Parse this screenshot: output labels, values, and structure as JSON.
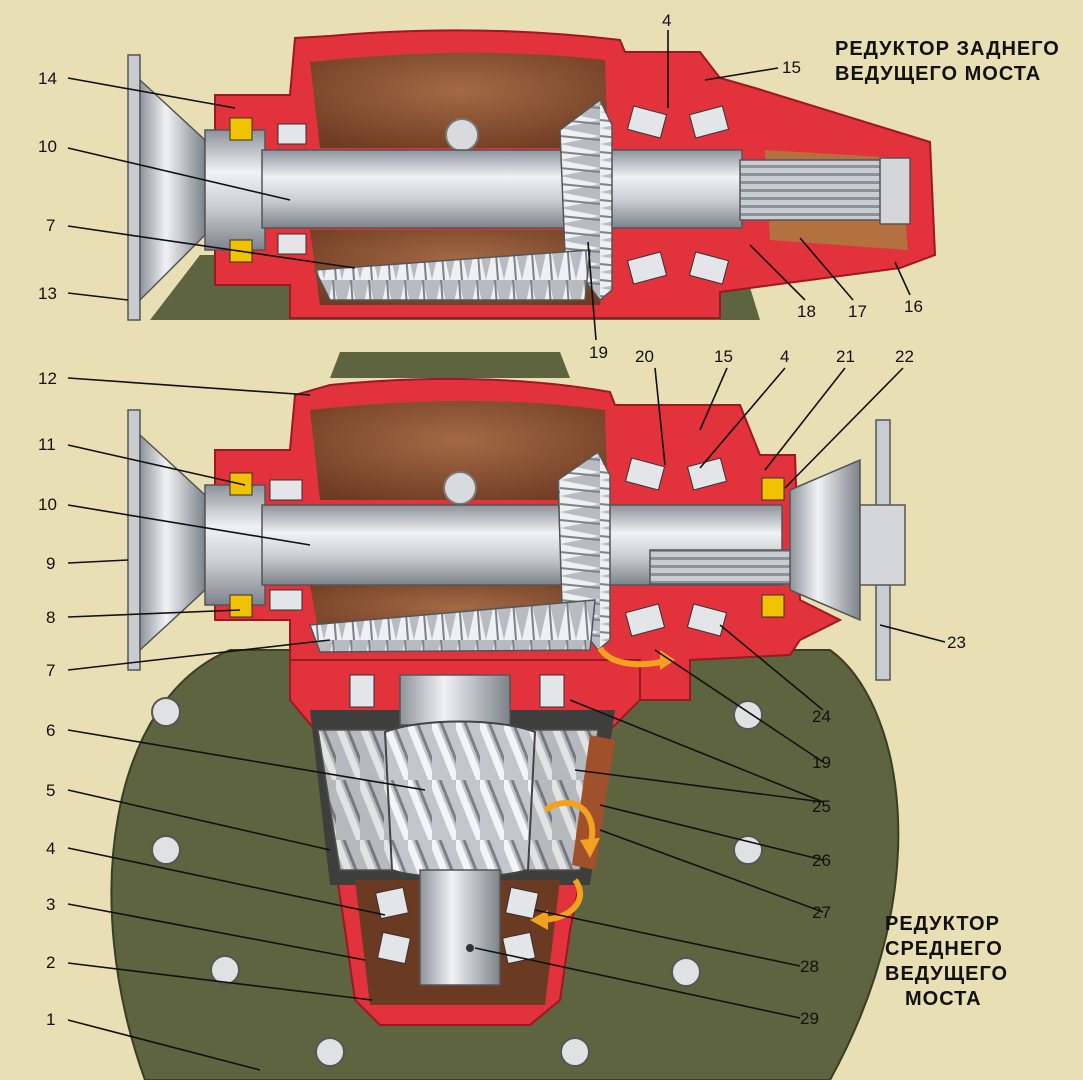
{
  "titles": {
    "rear_line1": "РЕДУКТОР ЗАДНЕГО",
    "rear_line2": "ВЕДУЩЕГО МОСТА",
    "middle_line1": "РЕДУКТОР",
    "middle_line2": "СРЕДНЕГО",
    "middle_line3": "ВЕДУЩЕГО",
    "middle_line4": "МОСТА"
  },
  "top_labels": {
    "l14": "14",
    "l10": "10",
    "l7": "7",
    "l13": "13",
    "l4": "4",
    "l15": "15",
    "l18": "18",
    "l17": "17",
    "l16": "16",
    "l19": "19"
  },
  "bottom_labels": {
    "l12": "12",
    "l11": "11",
    "l10": "10",
    "l9": "9",
    "l8": "8",
    "l7": "7",
    "l6": "6",
    "l5": "5",
    "l4": "4",
    "l3": "3",
    "l2": "2",
    "l1": "1",
    "l20": "20",
    "l15": "15",
    "l4r": "4",
    "l21": "21",
    "l22": "22",
    "l23": "23",
    "l24": "24",
    "l19": "19",
    "l25": "25",
    "l26": "26",
    "l27": "27",
    "l28": "28",
    "l29": "29"
  },
  "colors": {
    "background": "#e9dfb5",
    "housing": "#e2323c",
    "housing_dark": "#b51e2a",
    "cavity": "#8a4f2f",
    "steel": "#c9ccd1",
    "steel_dark": "#8d939b",
    "frame": "#5e6440",
    "oil_arrow": "#f2a21f"
  }
}
